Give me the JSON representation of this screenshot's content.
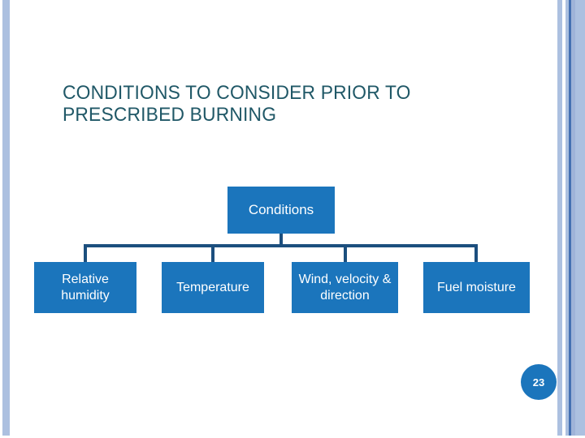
{
  "slide": {
    "title": "CONDITIONS TO CONSIDER PRIOR TO PRESCRIBED BURNING",
    "page_number": "23"
  },
  "diagram": {
    "type": "hierarchy",
    "root": {
      "label": "Conditions"
    },
    "children": [
      {
        "label": "Relative humidity"
      },
      {
        "label": "Temperature"
      },
      {
        "label": "Wind, velocity & direction"
      },
      {
        "label": "Fuel moisture"
      }
    ]
  },
  "colors": {
    "background": "#FFFFFF",
    "title_text": "#205867",
    "box_fill": "#1B75BC",
    "box_text": "#FFFFFF",
    "connector": "#1C4F7E",
    "page_circle": "#1B75BC",
    "accent_stripe_light": "#ACC0E0",
    "accent_stripe_medium": "#9FB3D8",
    "accent_stripe_dark": "#4470B2"
  }
}
